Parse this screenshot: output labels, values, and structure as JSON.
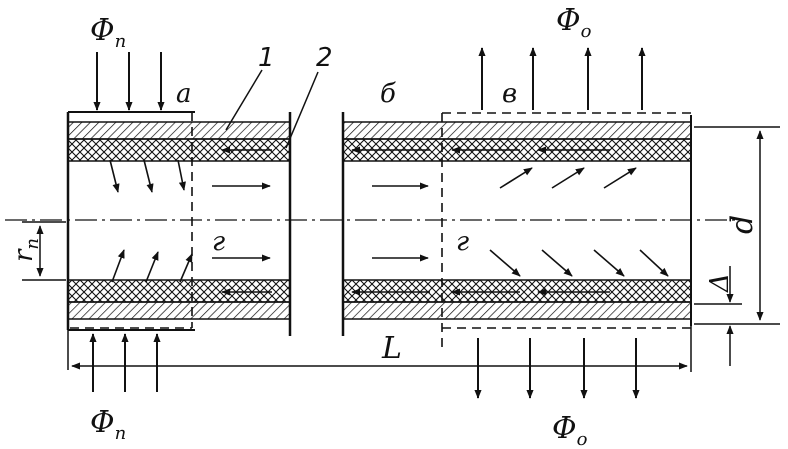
{
  "labels": {
    "phi_input_main": "Φ",
    "phi_input_sub": "п",
    "phi_output_main": "Φ",
    "phi_output_sub": "о",
    "region_a": "a",
    "region_b": "б",
    "region_v": "в",
    "region_g": "г",
    "part_1": "1",
    "part_2": "2",
    "radius_main": "r",
    "radius_sub": "п",
    "diameter": "d",
    "thickness": "Δ",
    "length": "L"
  },
  "colors": {
    "ink": "#111111",
    "background": "#ffffff"
  }
}
